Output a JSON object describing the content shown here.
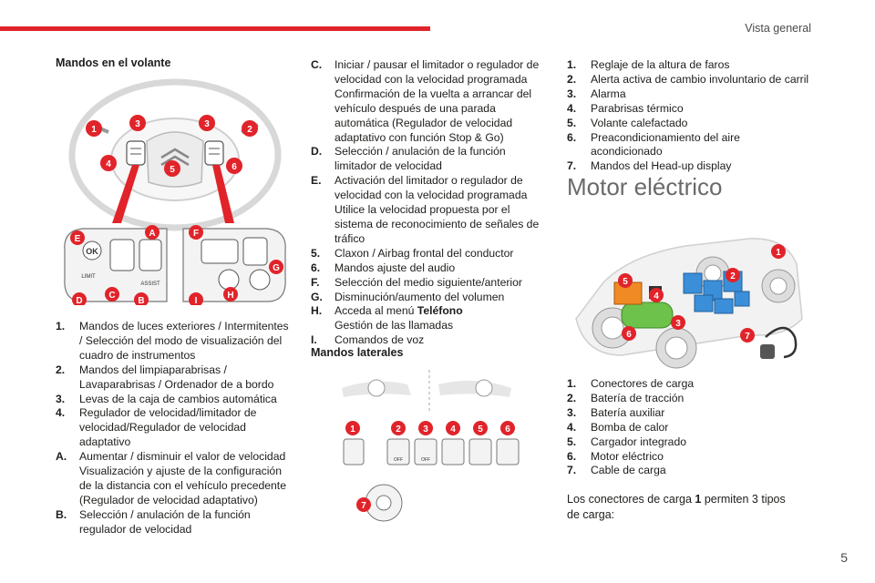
{
  "header": {
    "section": "Vista general"
  },
  "footer": {
    "page_number": "5"
  },
  "col1": {
    "title": "Mandos en el volante",
    "items": [
      {
        "k": "1.",
        "v": "Mandos de luces exteriores / Intermitentes / Selección del modo de visualización del cuadro de instrumentos"
      },
      {
        "k": "2.",
        "v": "Mandos del limpiaparabrisas / Lavaparabrisas / Ordenador de a bordo"
      },
      {
        "k": "3.",
        "v": "Levas de la caja de cambios automática"
      },
      {
        "k": "4.",
        "v": "Regulador de velocidad/limitador de velocidad/Regulador de velocidad adaptativo"
      },
      {
        "k": "A.",
        "v": "Aumentar / disminuir el valor de velocidad Visualización y ajuste de la configuración de la distancia con el vehículo precedente (Regulador de velocidad adaptativo)"
      },
      {
        "k": "B.",
        "v": "Selección / anulación de la función regulador de velocidad"
      }
    ]
  },
  "col2": {
    "items": [
      {
        "k": "C.",
        "v": "Iniciar / pausar el limitador o regulador de velocidad con la velocidad programada Confirmación de la vuelta a arrancar del vehículo después de una parada automática (Regulador de velocidad adaptativo con función Stop & Go)"
      },
      {
        "k": "D.",
        "v": "Selección / anulación de la función limitador de velocidad"
      },
      {
        "k": "E.",
        "v": "Activación del limitador o regulador de velocidad con la velocidad programada Utilice la velocidad propuesta por el sistema de reconocimiento de señales de tráfico"
      },
      {
        "k": "5.",
        "v": "Claxon / Airbag frontal del conductor"
      },
      {
        "k": "6.",
        "v": "Mandos ajuste del audio"
      },
      {
        "k": "F.",
        "v": "Selección del medio siguiente/anterior"
      },
      {
        "k": "G.",
        "v": "Disminución/aumento del volumen"
      },
      {
        "k": "H.",
        "v": "Acceda al menú",
        "bold": "Teléfono",
        "v2": "Gestión de las llamadas"
      },
      {
        "k": "I.",
        "v": "Comandos de voz"
      }
    ],
    "lateral_title": "Mandos laterales"
  },
  "col3": {
    "items": [
      {
        "k": "1.",
        "v": "Reglaje de la altura de faros"
      },
      {
        "k": "2.",
        "v": "Alerta activa de cambio involuntario de carril"
      },
      {
        "k": "3.",
        "v": "Alarma"
      },
      {
        "k": "4.",
        "v": "Parabrisas térmico"
      },
      {
        "k": "5.",
        "v": "Volante calefactado"
      },
      {
        "k": "6.",
        "v": "Preacondicionamiento del aire acondicionado"
      },
      {
        "k": "7.",
        "v": "Mandos del Head-up display"
      }
    ],
    "motor_title": "Motor eléctrico",
    "motor_items": [
      {
        "k": "1.",
        "v": "Conectores de carga"
      },
      {
        "k": "2.",
        "v": "Batería de tracción"
      },
      {
        "k": "3.",
        "v": "Batería auxiliar"
      },
      {
        "k": "4.",
        "v": "Bomba de calor"
      },
      {
        "k": "5.",
        "v": "Cargador integrado"
      },
      {
        "k": "6.",
        "v": "Motor eléctrico"
      },
      {
        "k": "7.",
        "v": "Cable de carga"
      }
    ],
    "para_pre": "Los conectores de carga",
    "para_bold": "1",
    "para_post": "permiten 3 tipos de carga:"
  },
  "diagram_labels": {
    "steering": [
      "1",
      "3",
      "3",
      "2",
      "4",
      "5",
      "6"
    ],
    "buttons": [
      "E",
      "A",
      "F",
      "G",
      "D",
      "C",
      "B",
      "I",
      "H"
    ],
    "button_text": {
      "ok": "OK",
      "limit": "LIMIT",
      "assist": "ASSIST"
    },
    "lateral": [
      "1",
      "2",
      "3",
      "4",
      "5",
      "6",
      "7"
    ],
    "lateral_off": "OFF",
    "motor": [
      "1",
      "2",
      "4",
      "5",
      "3",
      "6",
      "7"
    ]
  },
  "colors": {
    "accent": "#e1232a",
    "text": "#1d1d1b",
    "muted": "#6a6a6a"
  }
}
